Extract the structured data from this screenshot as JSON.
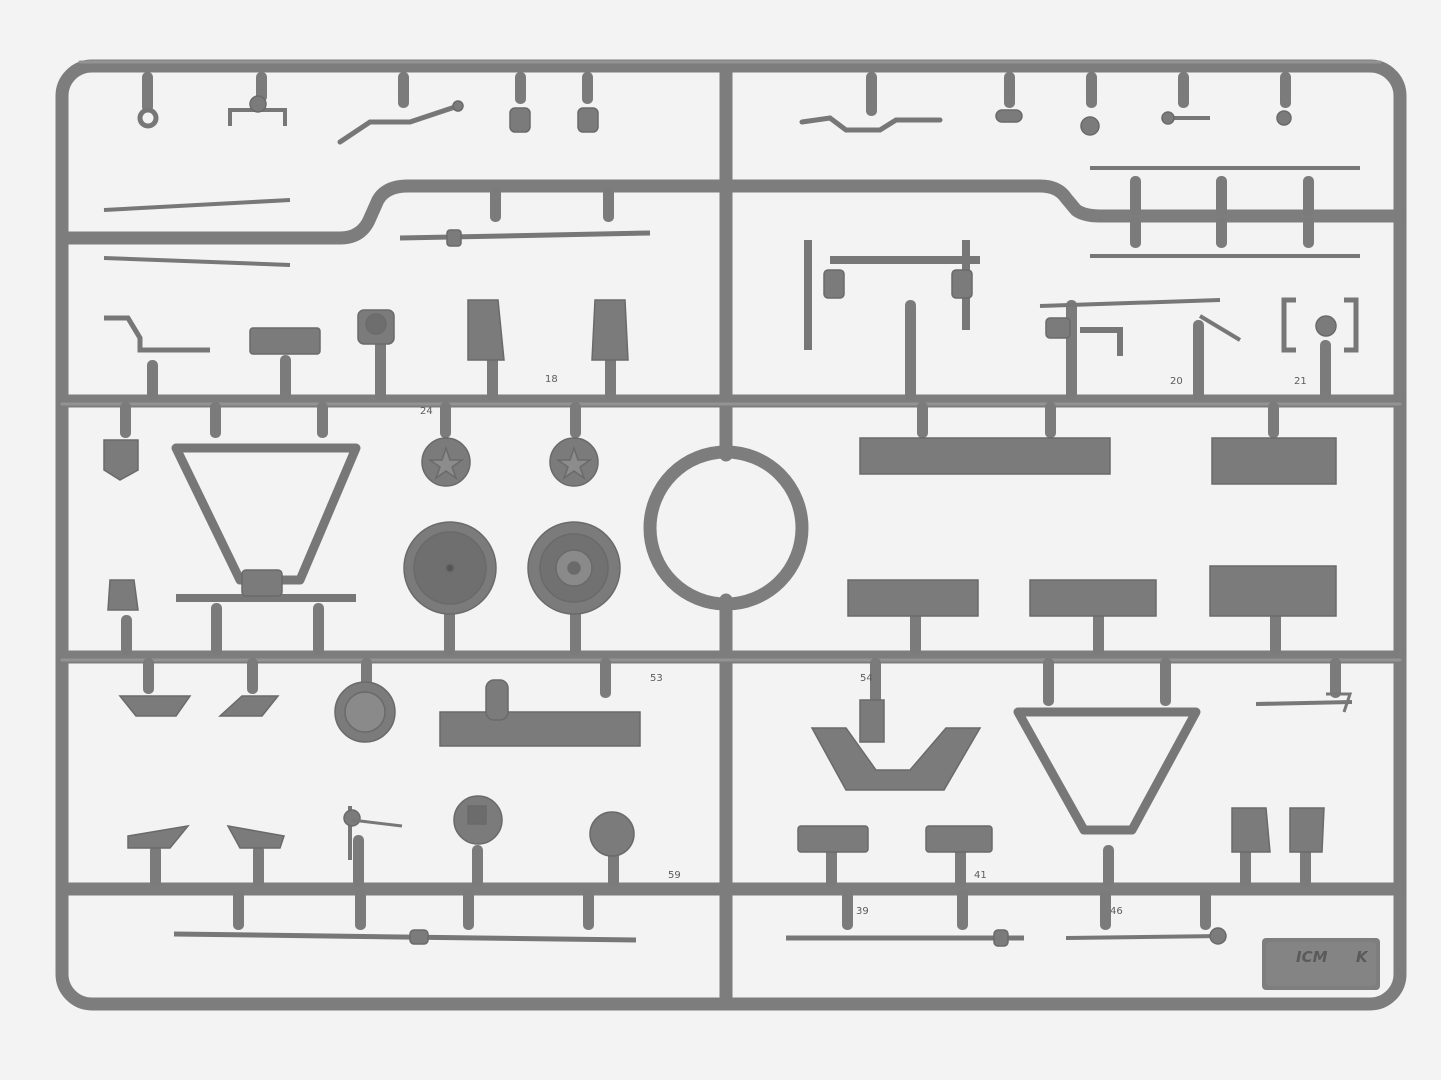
{
  "photo": {
    "subject": "plastic model kit sprue frame with detail parts",
    "colors": {
      "background": "#f3f3f3",
      "plastic": "#808080",
      "plastic_dark": "#6f6f6f",
      "plastic_light": "#8e8e8e",
      "number_text": "#5c5c5c"
    }
  },
  "logo": {
    "text": "ICM",
    "suffix": "K"
  },
  "part_numbers": {
    "p18": "18",
    "p20": "20",
    "p21": "21",
    "p24": "24",
    "p39": "39",
    "p41": "41",
    "p46": "46",
    "p53": "53",
    "p54": "54",
    "p59": "59"
  }
}
